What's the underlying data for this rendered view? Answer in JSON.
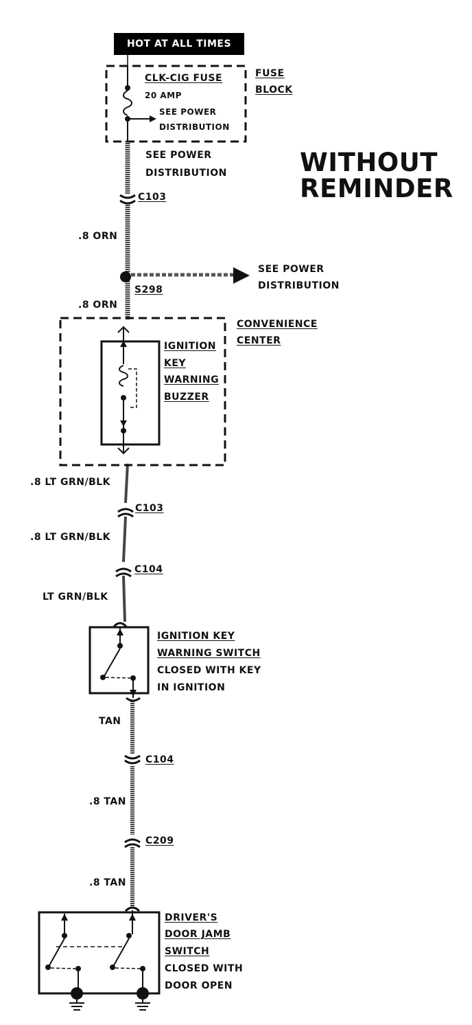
{
  "hot": "HOT AT ALL TIMES",
  "title": [
    "WITHOUT",
    "REMINDER"
  ],
  "fuse": {
    "name": "CLK-CIG FUSE",
    "rating": "20 AMP",
    "see_power": [
      "SEE POWER",
      "DISTRIBUTION"
    ],
    "block": [
      "FUSE",
      "BLOCK"
    ]
  },
  "see_power_2": [
    "SEE POWER",
    "DISTRIBUTION"
  ],
  "see_power_3": [
    "SEE POWER",
    "DISTRIBUTION"
  ],
  "connectors": {
    "c103_top": "C103",
    "c103_mid": "C103",
    "c104_a": "C104",
    "c104_b": "C104",
    "c209": "C209"
  },
  "splice": "S298",
  "wires": {
    "w1": ".8 ORN",
    "w2": ".8 ORN",
    "w3": ".8 LT GRN/BLK",
    "w4": ".8 LT GRN/BLK",
    "w5": "LT GRN/BLK",
    "w6": "TAN",
    "w7": ".8 TAN",
    "w8": ".8 TAN"
  },
  "convenience_center": [
    "CONVENIENCE",
    "CENTER"
  ],
  "buzzer": [
    "IGNITION",
    "KEY",
    "WARNING",
    "BUZZER"
  ],
  "key_switch": [
    "IGNITION KEY",
    "WARNING SWITCH",
    "CLOSED WITH KEY",
    "IN IGNITION"
  ],
  "door_switch": [
    "DRIVER'S",
    "DOOR JAMB",
    "SWITCH",
    "CLOSED WITH",
    "DOOR OPEN"
  ]
}
